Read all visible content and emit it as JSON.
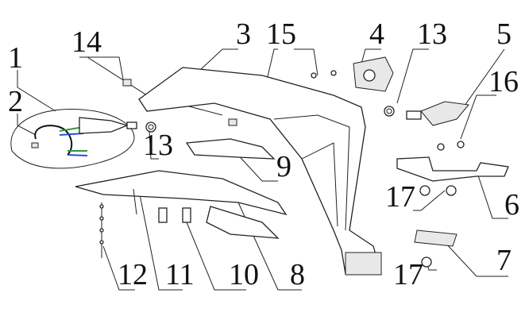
{
  "diagram": {
    "title": "Rear fender / license plate bracket exploded view",
    "callouts": [
      {
        "id": "c1",
        "label": "1"
      },
      {
        "id": "c2",
        "label": "2"
      },
      {
        "id": "c14",
        "label": "14"
      },
      {
        "id": "c3",
        "label": "3"
      },
      {
        "id": "c15",
        "label": "15"
      },
      {
        "id": "c4",
        "label": "4"
      },
      {
        "id": "c13a",
        "label": "13"
      },
      {
        "id": "c5",
        "label": "5"
      },
      {
        "id": "c16",
        "label": "16"
      },
      {
        "id": "c13b",
        "label": "13"
      },
      {
        "id": "c9",
        "label": "9"
      },
      {
        "id": "c6",
        "label": "6"
      },
      {
        "id": "c17a",
        "label": "17"
      },
      {
        "id": "c12",
        "label": "12"
      },
      {
        "id": "c11",
        "label": "11"
      },
      {
        "id": "c10",
        "label": "10"
      },
      {
        "id": "c8",
        "label": "8"
      },
      {
        "id": "c17b",
        "label": "17"
      },
      {
        "id": "c7",
        "label": "7"
      }
    ],
    "colors": {
      "wire_green": "#2e9a3a",
      "wire_blue": "#2a4fd0",
      "wire_black": "#111111",
      "wire_red": "#cc2222"
    }
  }
}
